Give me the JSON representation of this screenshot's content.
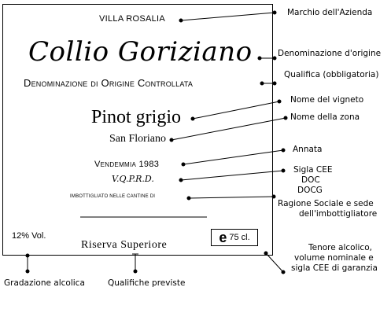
{
  "label": {
    "brand": "VILLA ROSALIA",
    "denomination": "Collio Goriziano",
    "qualification": "Denominazione di Origine Controllata",
    "vineyard": "Pinot grigio",
    "zone": "San Floriano",
    "vintage": "Vendemmia 1983",
    "eec_mark": "V.Q.P.R.D.",
    "bottler": "IMBOTTIGLIATO NELLE CANTINE DI",
    "alcohol": "12% Vol.",
    "reserve": "Riserva Superiore",
    "e_mark": "e",
    "volume": "75 cl."
  },
  "annotations": {
    "marchio": "Marchio dell'Azienda",
    "denominazione": "Denominazione d'origine",
    "qualifica": "Qualifica (obbligatoria)",
    "vigneto": "Nome del vigneto",
    "zona": "Nome della zona",
    "annata": "Annata",
    "sigla_cee": "Sigla CEE",
    "doc": "DOC",
    "docg": "DOCG",
    "ragione_1": "Ragione Sociale e sede",
    "ragione_2": "dell'imbottigliatore",
    "tenore_1": "Tenore alcolico,",
    "tenore_2": "volume nominale e",
    "tenore_3": "sigla CEE di garanzia",
    "gradazione": "Gradazione alcolica",
    "qualifiche": "Qualifiche previste"
  }
}
